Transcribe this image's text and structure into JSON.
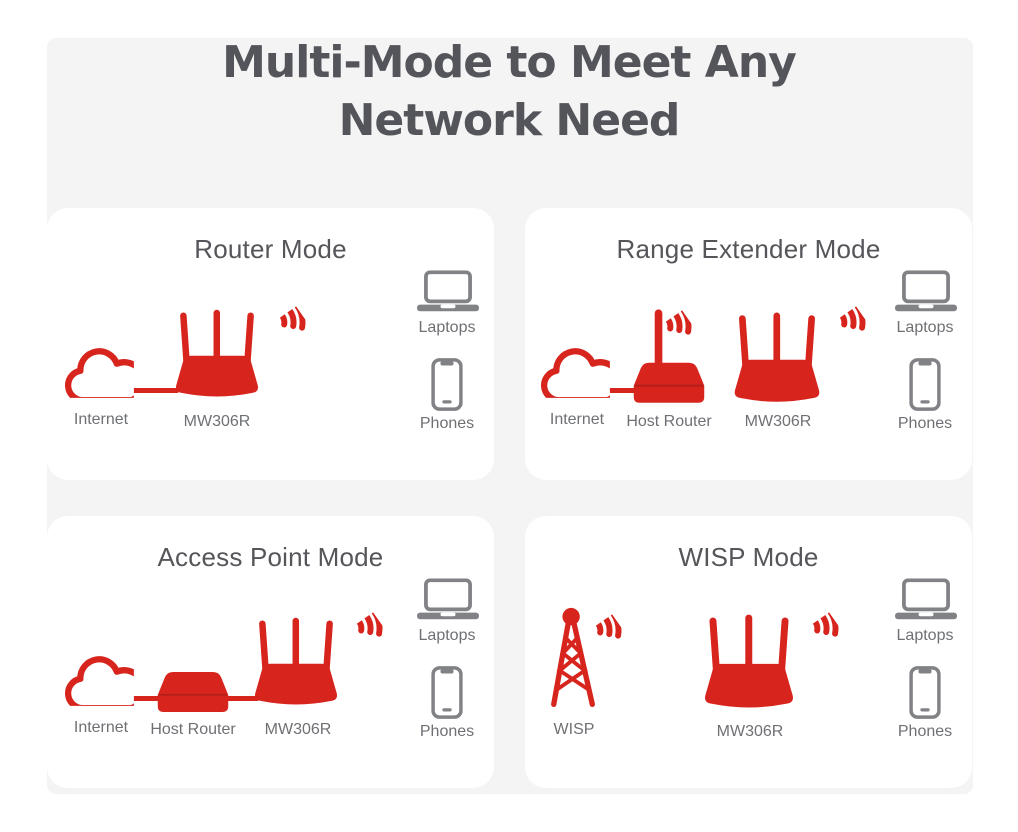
{
  "header": {
    "title_line1": "Multi-Mode to Meet Any",
    "title_line2": "Network Need"
  },
  "colors": {
    "brand_red": "#d7251e",
    "icon_gray": "#808285",
    "label_gray": "#6e7074",
    "title_gray": "#54555a",
    "page_bg": "#f4f4f4",
    "card_bg": "#ffffff"
  },
  "icons": {
    "cloud": "internet-cloud-icon",
    "router": "router-icon",
    "host_router": "host-router-icon",
    "tower": "wisp-tower-icon",
    "laptop": "laptop-icon",
    "phone": "phone-icon",
    "wifi": "wifi-signal-icon",
    "wire": "wired-connection-line"
  },
  "cards": [
    {
      "id": "router-mode",
      "title": "Router Mode",
      "labels": {
        "internet": "Internet",
        "device": "MW306R",
        "laptops": "Laptops",
        "phones": "Phones"
      }
    },
    {
      "id": "range-extender-mode",
      "title": "Range Extender Mode",
      "labels": {
        "internet": "Internet",
        "host": "Host Router",
        "device": "MW306R",
        "laptops": "Laptops",
        "phones": "Phones"
      }
    },
    {
      "id": "access-point-mode",
      "title": "Access Point Mode",
      "labels": {
        "internet": "Internet",
        "host": "Host Router",
        "device": "MW306R",
        "laptops": "Laptops",
        "phones": "Phones"
      }
    },
    {
      "id": "wisp-mode",
      "title": "WISP Mode",
      "labels": {
        "wisp": "WISP",
        "device": "MW306R",
        "laptops": "Laptops",
        "phones": "Phones"
      }
    }
  ]
}
